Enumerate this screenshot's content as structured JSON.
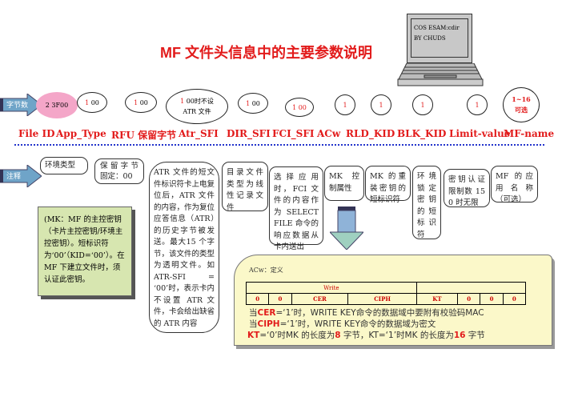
{
  "title": "MF 文件头信息中的主要参数说明",
  "laptop": {
    "line1": "COS  ESAM:cdir",
    "line2": "BY CHUDS"
  },
  "arrows": {
    "bytes": "字节数",
    "notes": "注释"
  },
  "file_id_bubble": "2 3F00",
  "bubbles": [
    {
      "num": "1",
      "rest": " 00"
    },
    {
      "num": "1",
      "rest": " 00"
    },
    {
      "num": "1",
      "rest": " 00时不设",
      "line2": "ATR 文件"
    },
    {
      "num": "1",
      "rest": " 00"
    },
    {
      "num": "1",
      "rest": " 00"
    },
    {
      "num": "1",
      "rest": ""
    },
    {
      "num": "1",
      "rest": ""
    },
    {
      "num": "1",
      "rest": ""
    },
    {
      "num": "1",
      "rest": ""
    },
    {
      "num": "1~16",
      "rest": "",
      "line2": "可选"
    }
  ],
  "fields": [
    "File ID",
    "App_Type",
    "RFU 保留字节",
    "Atr_SFI",
    "DIR_SFI",
    "FCI_SFI",
    "ACw",
    "RLD_KID",
    "BLK_KID",
    "Limit-value",
    "MF-name"
  ],
  "notes": [
    "环境类型",
    "保 留 字 节 固定：00",
    "ATR 文件的短文件标识符卡上电复位后，ATR 文件的内容，作为复位应答信息（ATR）的历史字节被发送。最大15 个字节，该文件的类型为透明文件。如 ATR-SFI = ‘00’时，表示卡内不设置 ATR 文件，卡会给出缺省的 ATR 内容",
    "目录文件类型为线性记录文件",
    "选择应用时，FCI 文件的内容作为 SELECT FILE 命令的响应数据从卡内送出",
    "MK 控制属性",
    "MK 的重装密钥的短标识符",
    "环境锁定密钥的短标识符",
    "密钥认证限制数 15 0 时无限",
    "MF 的应用名称（可选）"
  ],
  "mk_note": "(MK：MF 的主控密钥（卡片主控密钥/环境主控密钥）。短标识符为‘00’（KID=‘00’）。在 MF 下建立文件时，须认证此密钥。",
  "acw": {
    "heading": "ACw：定义",
    "group": "Write",
    "bits": [
      "0",
      "0",
      "CER",
      "CIPH",
      "KT",
      "0",
      "0",
      "0"
    ],
    "l1": {
      "a": "当",
      "k": "CER",
      "b": "=‘1’时，WRITE KEY命令的数据域中要附有校验码MAC"
    },
    "l2": {
      "a": "当",
      "k": "CIPH",
      "b": "=‘1’时，WRITE KEY命令的数据域为密文"
    },
    "l3": {
      "k": "KT",
      "b": "=‘0’时MK 的长度为",
      "n1": "8",
      "c": " 字节，KT=‘1’时MK 的长度为",
      "n2": "16",
      "d": " 字节"
    }
  },
  "colors": {
    "accent": "#e21b1b",
    "dots": "#2233cc",
    "note_green": "#d7e6b0",
    "acw_bg": "#fbf8c9"
  }
}
